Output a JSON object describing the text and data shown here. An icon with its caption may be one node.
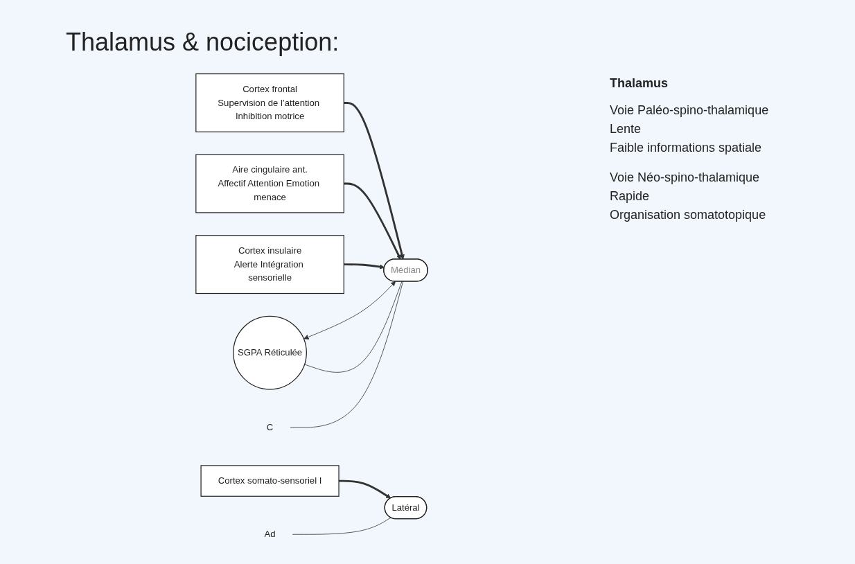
{
  "diagram": {
    "title": "Thalamus & nociception:",
    "nodes": [
      {
        "text": [
          "Cortex frontal",
          "Supervision de l’attention Inhibition motrice"
        ]
      },
      {
        "text": [
          "Aire cingulaire ant.",
          "Affectif Attention Emotion menace"
        ]
      },
      {
        "text": [
          "Cortex somato-sensoriel I"
        ]
      },
      {
        "text": [
          "Cortex insulaire",
          "Alerte Intégration sensorielle"
        ]
      },
      {
        "text": [
          "Médian"
        ]
      },
      {
        "text": [
          "Latéral"
        ]
      },
      {
        "text": [
          "SGPA Réticulée"
        ]
      },
      {
        "text": [
          "C"
        ]
      },
      {
        "text": [
          "Ad"
        ]
      }
    ],
    "edges": [
      {
        "from": 0,
        "to": 4,
        "arrow": "to",
        "style": "thick"
      },
      {
        "from": 1,
        "to": 4,
        "arrow": "to",
        "style": "thick"
      },
      {
        "from": 2,
        "to": 5,
        "arrow": "to",
        "style": "thick"
      },
      {
        "from": 3,
        "to": 4,
        "arrow": "to",
        "style": "thick"
      },
      {
        "from": 6,
        "to": 4,
        "arrow": "both"
      },
      {
        "from": 7,
        "to": 4,
        "arrow": "none"
      },
      {
        "from": 6,
        "to": 4,
        "arrow": "none"
      },
      {
        "from": 8,
        "to": 5,
        "arrow": "none"
      }
    ],
    "labels": [
      "Thalamus",
      "Voie Paléo-spino-thalamique",
      "Lente",
      "Faible informations spatiale",
      "Voie Néo-spino-thalamique",
      "Rapide",
      "Organisation somatotopique"
    ]
  }
}
